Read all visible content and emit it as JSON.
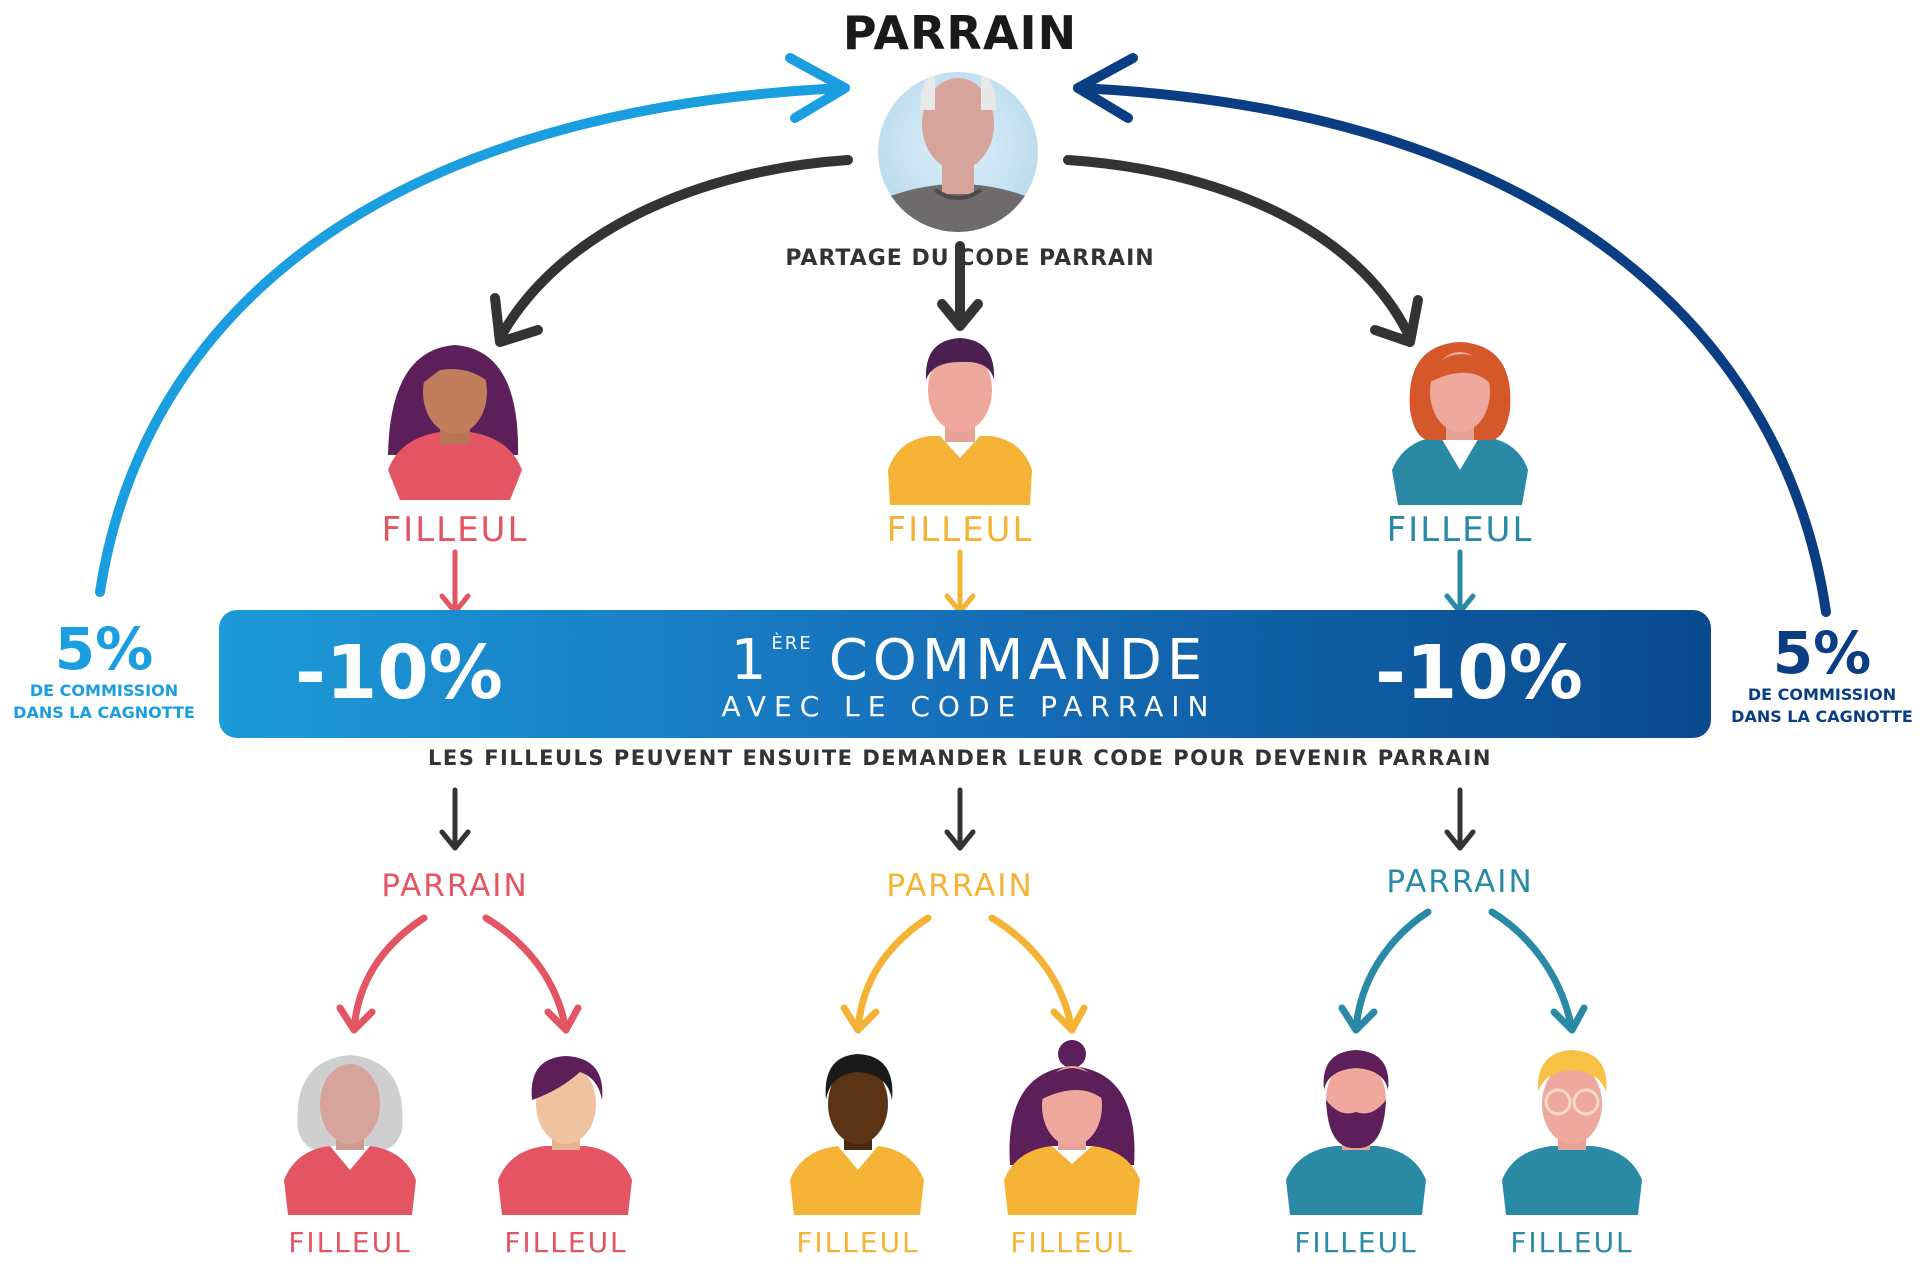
{
  "top": {
    "title": "PARRAIN",
    "share_label": "PARTAGE DU CODE PARRAIN"
  },
  "filleul_label": "FILLEUL",
  "parrain_label": "PARRAIN",
  "banner": {
    "discount_left": "-10%",
    "discount_right": "-10%",
    "order_number": "1",
    "order_superscript": "ÈRE",
    "order_word": "COMMANDE",
    "order_subtitle": "AVEC LE CODE PARRAIN"
  },
  "note": "LES FILLEULS PEUVENT ENSUITE DEMANDER LEUR CODE POUR DEVENIR PARRAIN",
  "commission": {
    "value": "5%",
    "line1": "DE COMMISSION",
    "line2": "DANS LA CAGNOTTE"
  },
  "colors": {
    "red": "#e45564",
    "yellow": "#f5b335",
    "teal": "#2a8aa5",
    "light_blue": "#1a9ee0",
    "dark_blue": "#0a3d82",
    "dark_arrow": "#333333"
  },
  "icons": [
    "parrain-avatar",
    "filleul-avatar",
    "arrow-icon"
  ]
}
